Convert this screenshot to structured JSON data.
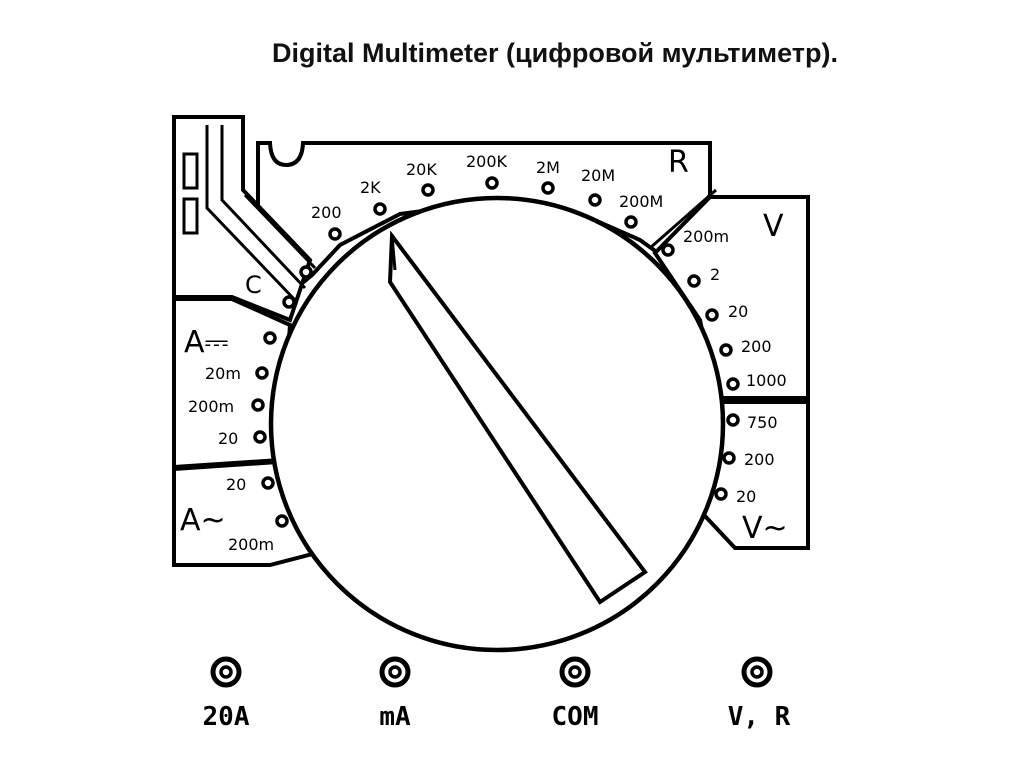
{
  "title": "Digital Multimeter (цифровой мультиметр).",
  "ranges": {
    "resistance": {
      "symbol": "R",
      "values": [
        "200",
        "2K",
        "20K",
        "200K",
        "2M",
        "20M",
        "200M"
      ]
    },
    "dc_voltage": {
      "symbol": "V",
      "values": [
        "200m",
        "2",
        "20",
        "200",
        "1000"
      ]
    },
    "ac_voltage": {
      "symbol": "V~",
      "values": [
        "750",
        "200",
        "20"
      ]
    },
    "dc_current": {
      "symbol": "A⎓",
      "values": [
        "20m",
        "200m",
        "20"
      ]
    },
    "ac_current": {
      "symbol": "A~",
      "values": [
        "20",
        "200m"
      ]
    },
    "capacitance": {
      "symbol": "C"
    }
  },
  "terminals": [
    "20A",
    "mA",
    "COM",
    "V, R"
  ]
}
